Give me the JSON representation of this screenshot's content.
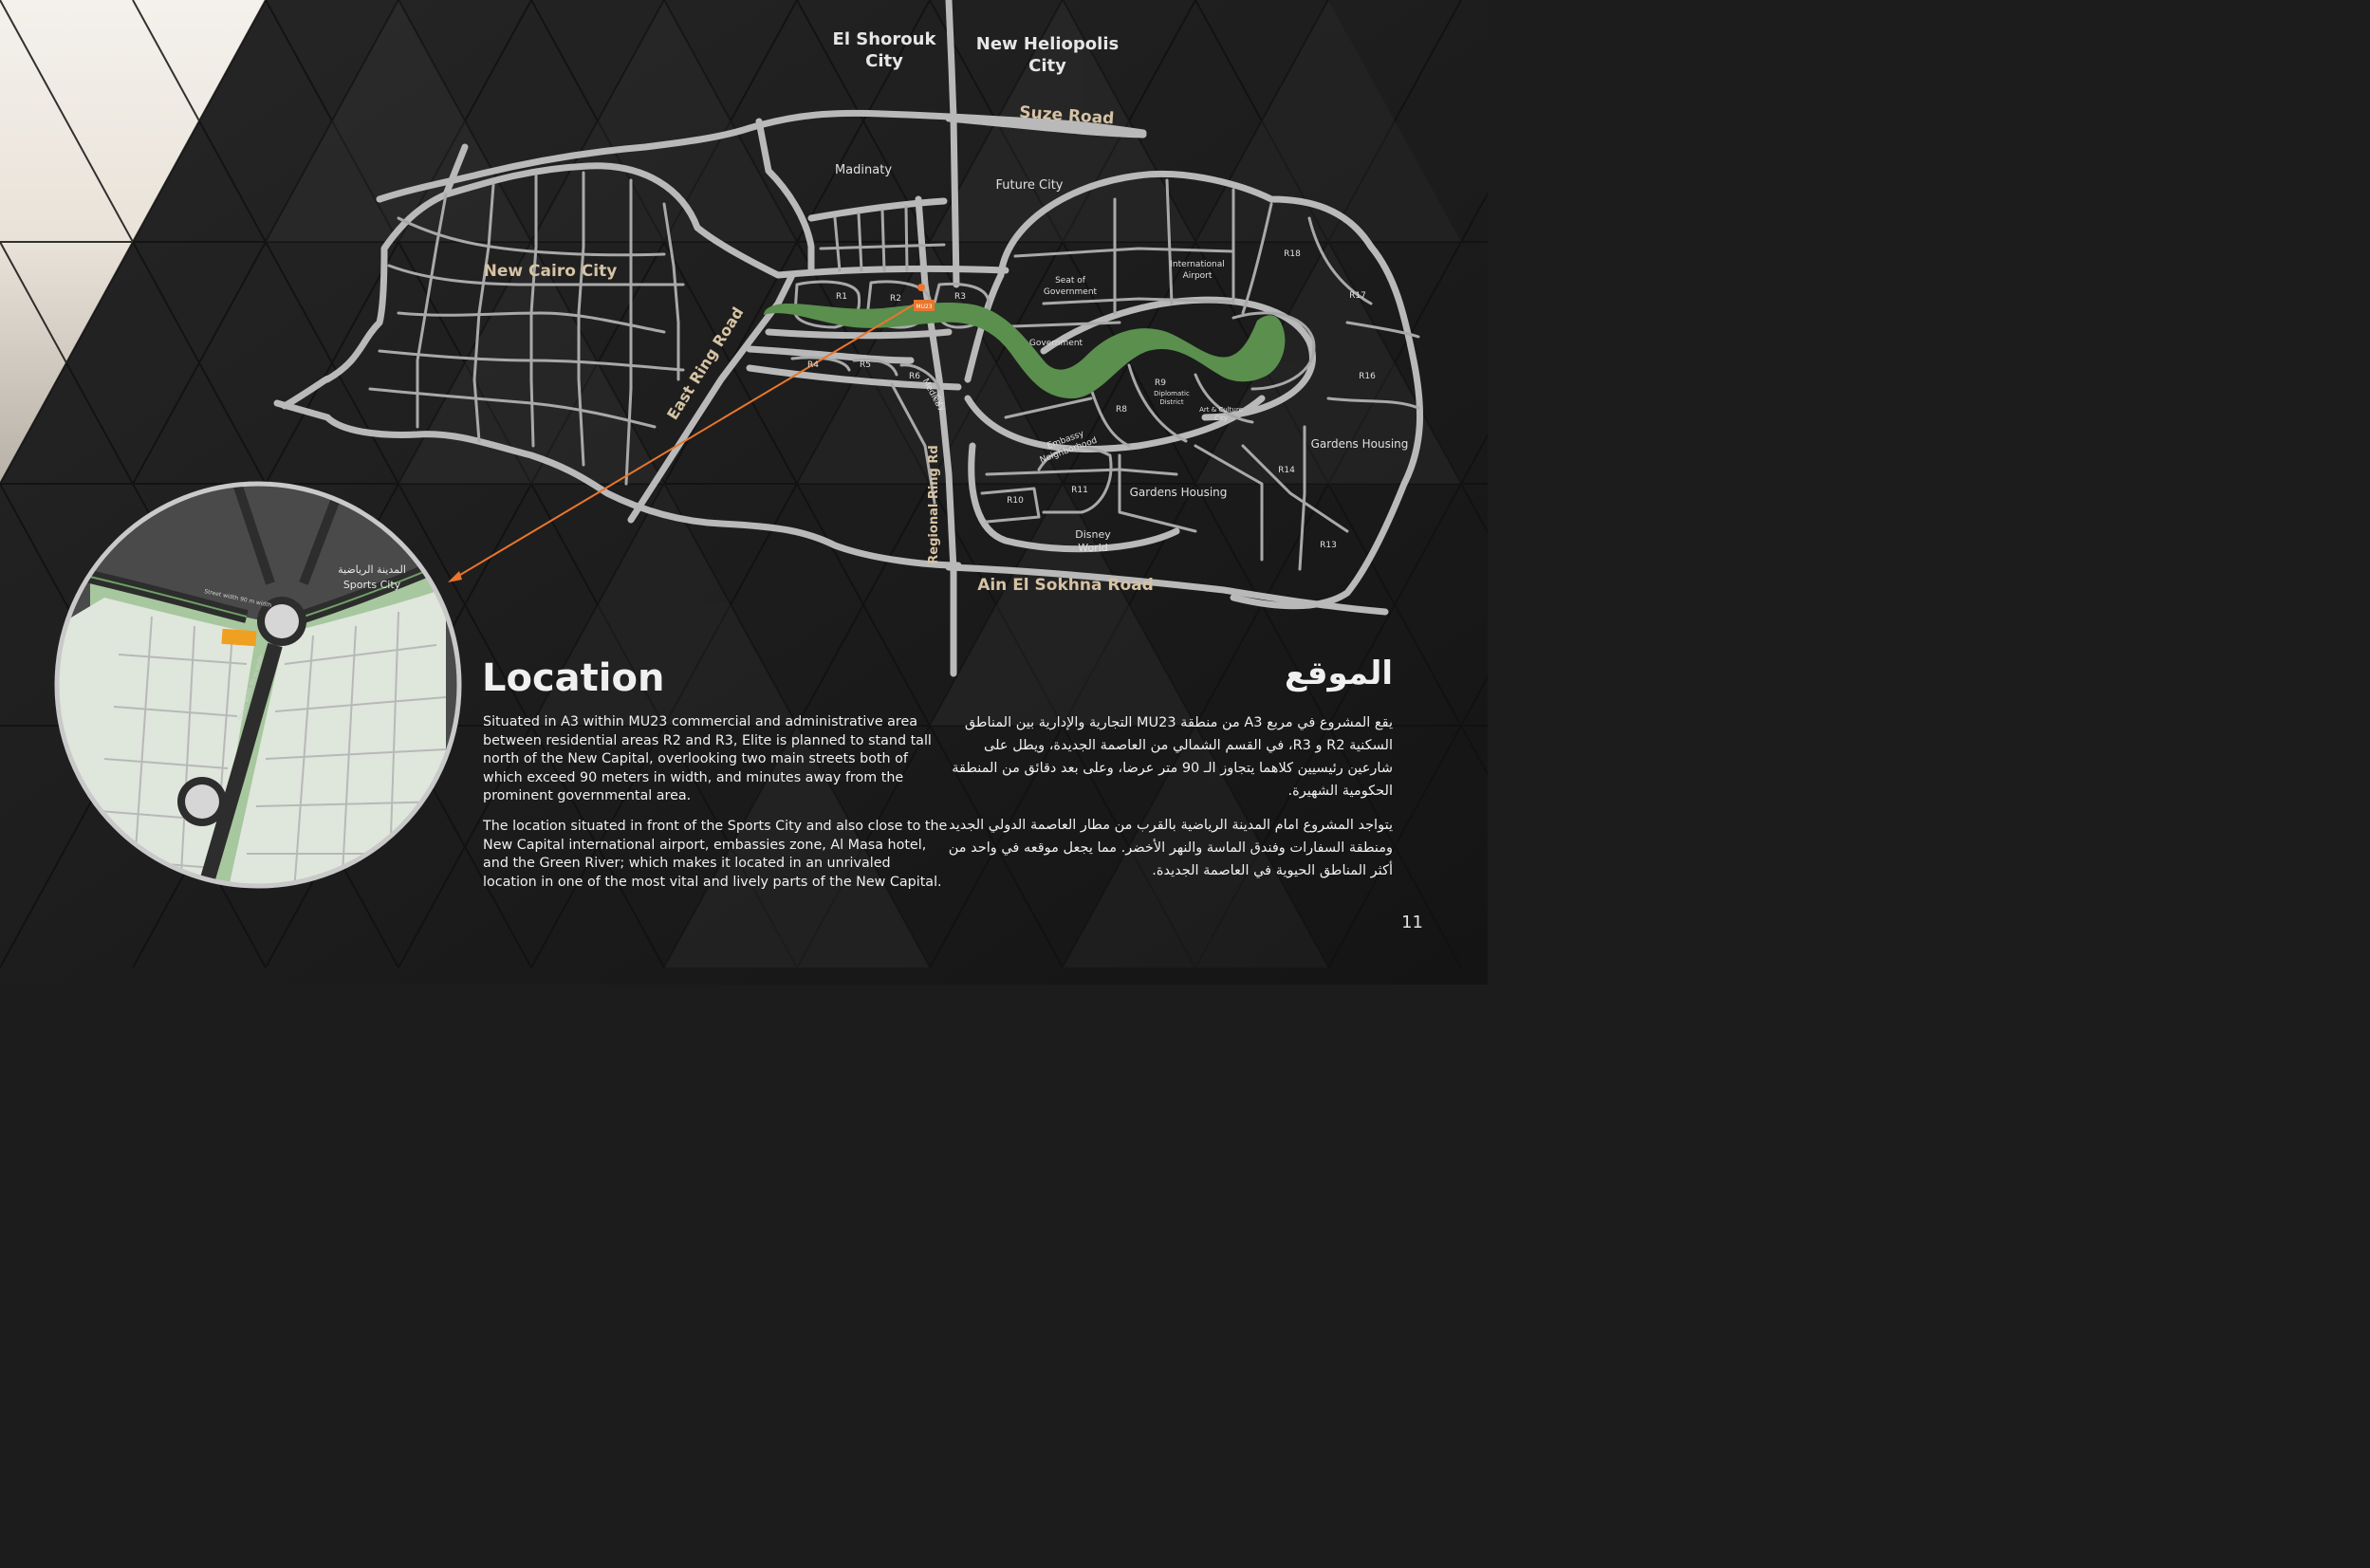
{
  "map": {
    "cities": {
      "el_shorouk": [
        "El Shorouk",
        "City"
      ],
      "new_heliopolis": [
        "New Heliopolis",
        "City"
      ],
      "new_cairo": "New Cairo City",
      "madinaty": "Madinaty",
      "future_city": "Future City"
    },
    "roads": {
      "suze": "Suze Road",
      "east_ring": "East Ring Road",
      "regional_ring": "Regional Ring Rd",
      "ain_el_sokhna": "Ain El Sokhna Road"
    },
    "districts": {
      "r1": "R1",
      "r2": "R2",
      "r3": "R3",
      "r4": "R4",
      "r5": "R5",
      "r6": "R6",
      "r8": "R8",
      "r9": "R9",
      "r10": "R10",
      "r11": "R11",
      "r13": "R13",
      "r14": "R14",
      "r16": "R16",
      "r17": "R17",
      "r18": "R18",
      "mu23": "MU23",
      "medica_city": [
        "Medica",
        "City"
      ],
      "seat_of_government": [
        "Seat of",
        "Government"
      ],
      "government": "Government",
      "international_airport": [
        "International",
        "Airport"
      ],
      "diplomatic_district": [
        "Diplomatic",
        "District"
      ],
      "art_culture_city": [
        "Art & Culture",
        "City"
      ],
      "embassy_neighborhood": [
        "Embassy",
        "Neighborhood"
      ],
      "gardens_housing_1": "Gardens Housing",
      "gardens_housing_2": "Gardens Housing",
      "disney_world": [
        "Disney",
        "World"
      ]
    },
    "inset": {
      "label_ar": "المدينة الرياضية",
      "label_en": "Sports City",
      "street_top": "Street width 90 m width",
      "street_mid": "Street width 90 m width"
    },
    "colors": {
      "river": "#5a8f4e",
      "marker": "#e8762c",
      "road": "#b9b9b9",
      "inset_land": "#dfe6dc",
      "inset_edge": "#a7c79f"
    }
  },
  "location": {
    "title": "Location",
    "paragraph1": "Situated in A3 within MU23 commercial and administrative area between residential areas R2 and R3, Elite is planned to stand tall north of the New Capital, overlooking two main streets both of which exceed 90 meters in width, and minutes away from the prominent governmental area.",
    "paragraph2": "The location situated in front of the Sports City and also  close to the New Capital international airport, embassies zone, Al Masa hotel, and the Green River; which makes it located in an unrivaled location in one of the most vital and lively parts of the New Capital."
  },
  "arabic": {
    "title": "الموقع",
    "paragraph1": "يقع المشروع في مربع A3 من منطقة MU23 التجارية والإدارية بين المناطق السكنية R2 و R3، في القسم الشمالي من العاصمة الجديدة، ويطل على شارعين رئيسيين كلاهما يتجاوز الـ 90 متر عرضا، وعلى بعد دقائق من المنطقة الحكومية الشهيرة.",
    "paragraph2": "يتواجد المشروع امام المدينة الرياضية بالقرب من مطار العاصمة الدولي الجديد ومنطقة السفارات وفندق الماسة والنهر الأخضر. مما يجعل موقعه في واحد من أكثر المناطق الحيوية في العاصمة الجديدة."
  },
  "page_number": "11"
}
